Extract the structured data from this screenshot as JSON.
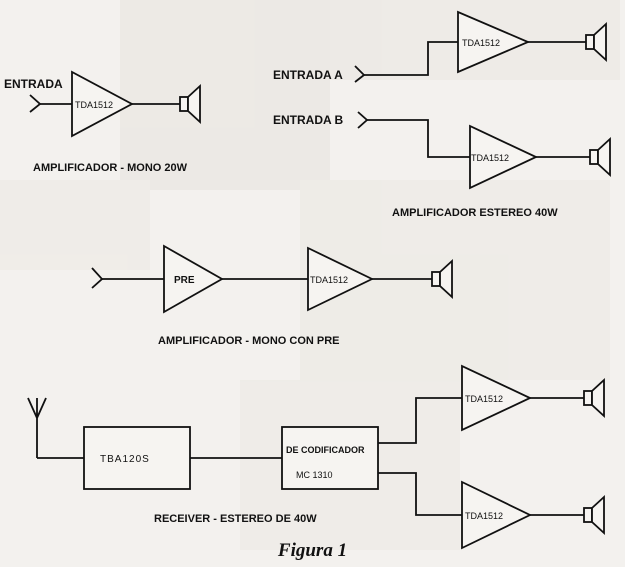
{
  "diagram_mono": {
    "input_label": "ENTRADA",
    "amp_label": "TDA1512",
    "caption": "AMPLIFICADOR - MONO 20W"
  },
  "diagram_stereo": {
    "input_a_label": "ENTRADA A",
    "input_b_label": "ENTRADA B",
    "amp_a_label": "TDA1512",
    "amp_b_label": "TDA1512",
    "caption": "AMPLIFICADOR ESTEREO 40W"
  },
  "diagram_mono_pre": {
    "pre_label": "PRE",
    "amp_label": "TDA1512",
    "caption": "AMPLIFICADOR - MONO CON PRE"
  },
  "diagram_receiver": {
    "tuner_label": "TBA120S",
    "decoder_line1": "DE CODIFICADOR",
    "decoder_line2": "MC  1310",
    "amp_a_label": "TDA1512",
    "amp_b_label": "TDA1512",
    "caption": "RECEIVER - ESTEREO DE 40W"
  },
  "figure_caption": "Figura 1"
}
